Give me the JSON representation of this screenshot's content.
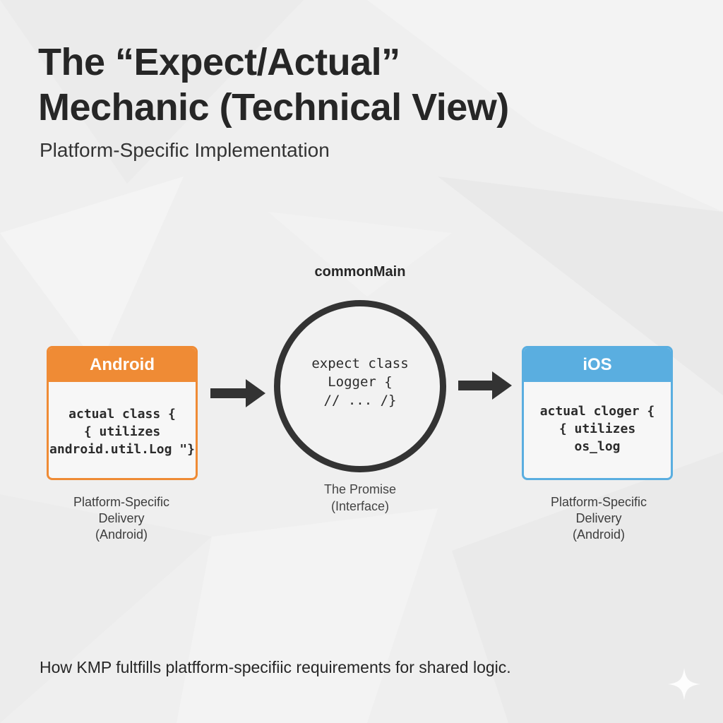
{
  "title": {
    "line1": "The “Expect/Actual”",
    "line2": "Mechanic (Technical View)"
  },
  "subtitle": "Platform-Specific Implementation",
  "common": {
    "label": "commonMain",
    "code": "expect class\nLogger {\n// ... /}",
    "caption": "The Promise\n(Interface)"
  },
  "android": {
    "header": "Android",
    "code": "actual class {\n{ utilizes\nandroid.util.Log \"}",
    "caption": "Platform-Specific\nDelivery\n(Android)",
    "color": "#ef8b35"
  },
  "ios": {
    "header": "iOS",
    "code": "actual cloger {\n{ utilizes\nos_log",
    "caption": "Platform-Specific\nDelivery\n(Android)",
    "color": "#5aaee0"
  },
  "arrows": {
    "color": "#333333",
    "icon": "arrow-right-icon"
  },
  "footer": "How KMP fultfills platfform-specifiic requirements for shared logic.",
  "decoration": {
    "icon": "sparkle-icon"
  }
}
